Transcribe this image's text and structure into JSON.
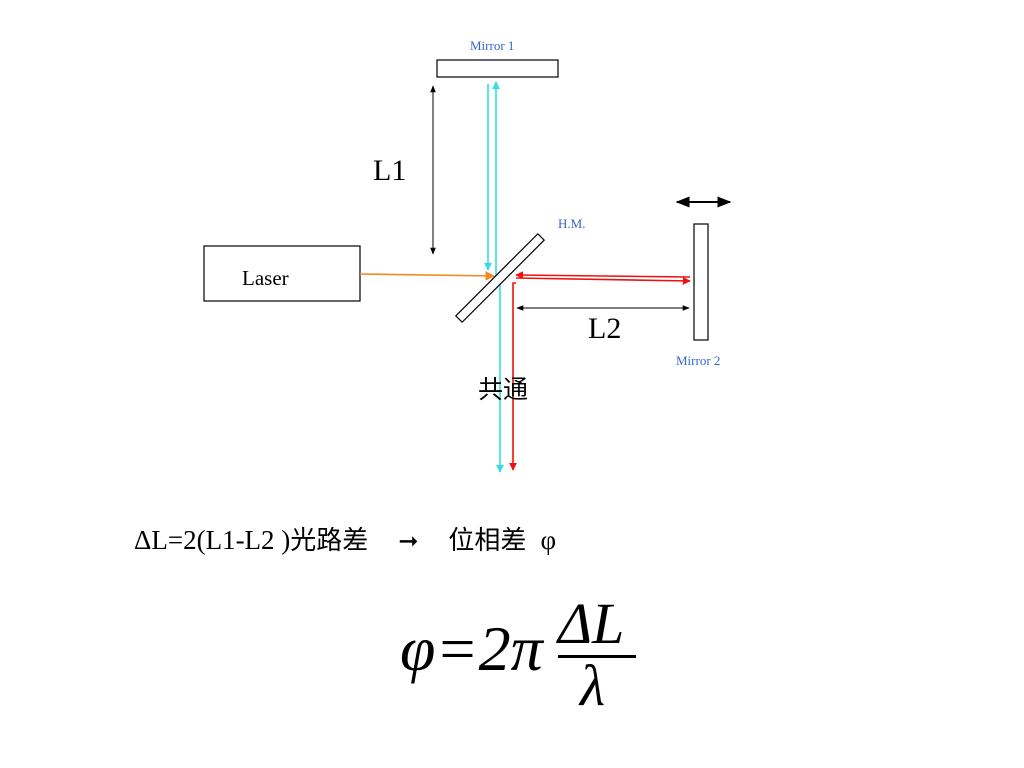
{
  "labels": {
    "mirror1": "Mirror 1",
    "mirror2": "Mirror 2",
    "half_mirror": "H.M.",
    "laser": "Laser",
    "l1": "L1",
    "l2": "L2",
    "common": "共通"
  },
  "formula_line": {
    "path_diff": "ΔL=2(L1-L2 )",
    "path_diff_jp": "光路差",
    "arrow": "➞",
    "phase_diff_jp": "位相差",
    "phi": "φ"
  },
  "phase_equation": {
    "lhs": "φ=2π",
    "numerator": "ΔL",
    "denominator": "λ"
  },
  "colors": {
    "label_blue": "#3366cc",
    "beam_cyan": "#33dde8",
    "beam_red": "#ee1111",
    "beam_orange": "#f08a1e",
    "outline": "#000000"
  }
}
